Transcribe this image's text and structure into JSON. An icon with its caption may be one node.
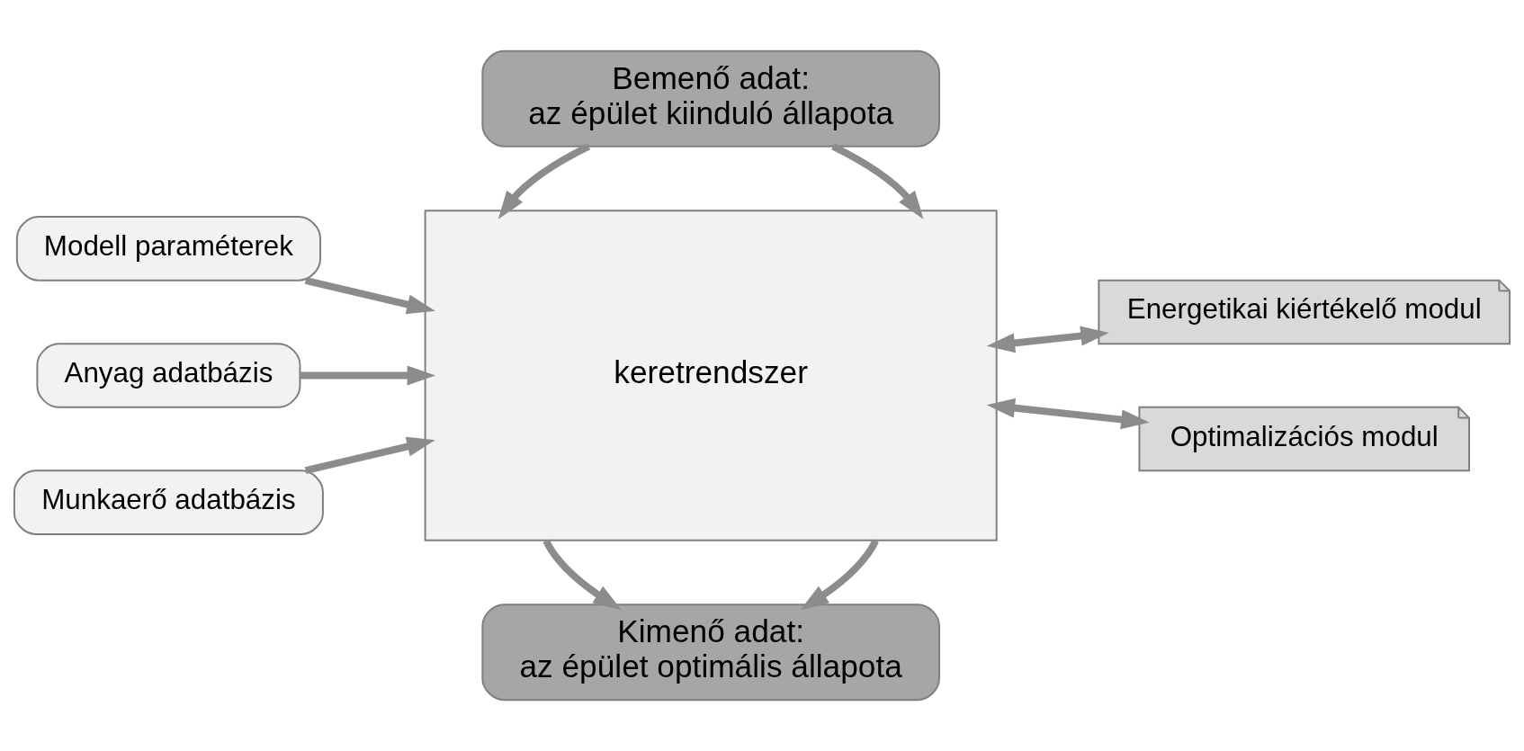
{
  "diagram": {
    "nodes": [
      {
        "text": [
          "Bemenő adat:",
          "az épület kiinduló állapota"
        ]
      },
      {
        "text": [
          "Modell paraméterek"
        ]
      },
      {
        "text": [
          "Anyag adatbázis"
        ]
      },
      {
        "text": [
          "Munkaerő adatbázis"
        ]
      },
      {
        "text": [
          "keretrendszer"
        ]
      },
      {
        "text": [
          "Energetikai kiértékelő modul"
        ]
      },
      {
        "text": [
          "Optimalizációs modul"
        ]
      },
      {
        "text": [
          "Kimenő adat:",
          "az épület optimális állapota"
        ]
      }
    ],
    "edges": [
      {
        "from": 0,
        "to": 4,
        "arrow": "to"
      },
      {
        "from": 0,
        "to": 4,
        "arrow": "to"
      },
      {
        "from": 1,
        "to": 4,
        "arrow": "to"
      },
      {
        "from": 2,
        "to": 4,
        "arrow": "to"
      },
      {
        "from": 3,
        "to": 4,
        "arrow": "to"
      },
      {
        "from": 4,
        "to": 5,
        "arrow": "both"
      },
      {
        "from": 4,
        "to": 6,
        "arrow": "both"
      },
      {
        "from": 4,
        "to": 7,
        "arrow": "to"
      },
      {
        "from": 4,
        "to": 7,
        "arrow": "to"
      }
    ]
  }
}
